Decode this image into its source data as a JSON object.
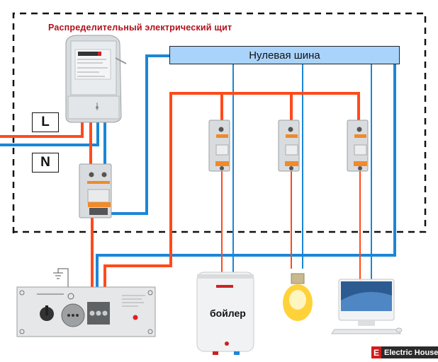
{
  "diagram": {
    "title": "Распределительный электрический щит",
    "busbar_label": "Нулевая шина",
    "phase_label": "L",
    "neutral_label": "N",
    "boiler_label": "бойлер",
    "brand": {
      "initial": "E",
      "name": "Electric House"
    },
    "colors": {
      "phase_wire": "#ff4a1c",
      "neutral_wire": "#1a86d8",
      "busbar_fill": "#a9d3fb",
      "title": "#b0101c",
      "panel_border": "#111111"
    },
    "components": [
      {
        "id": "meter",
        "name": "electricity-meter"
      },
      {
        "id": "main-breaker",
        "name": "double-pole-breaker"
      },
      {
        "id": "breaker-1",
        "name": "single-pole-breaker"
      },
      {
        "id": "breaker-2",
        "name": "single-pole-breaker"
      },
      {
        "id": "breaker-3",
        "name": "single-pole-breaker"
      },
      {
        "id": "stabilizer",
        "name": "voltage-stabilizer"
      },
      {
        "id": "boiler",
        "name": "water-heater"
      },
      {
        "id": "lamp",
        "name": "light-bulb"
      },
      {
        "id": "computer",
        "name": "desktop-computer"
      }
    ]
  }
}
